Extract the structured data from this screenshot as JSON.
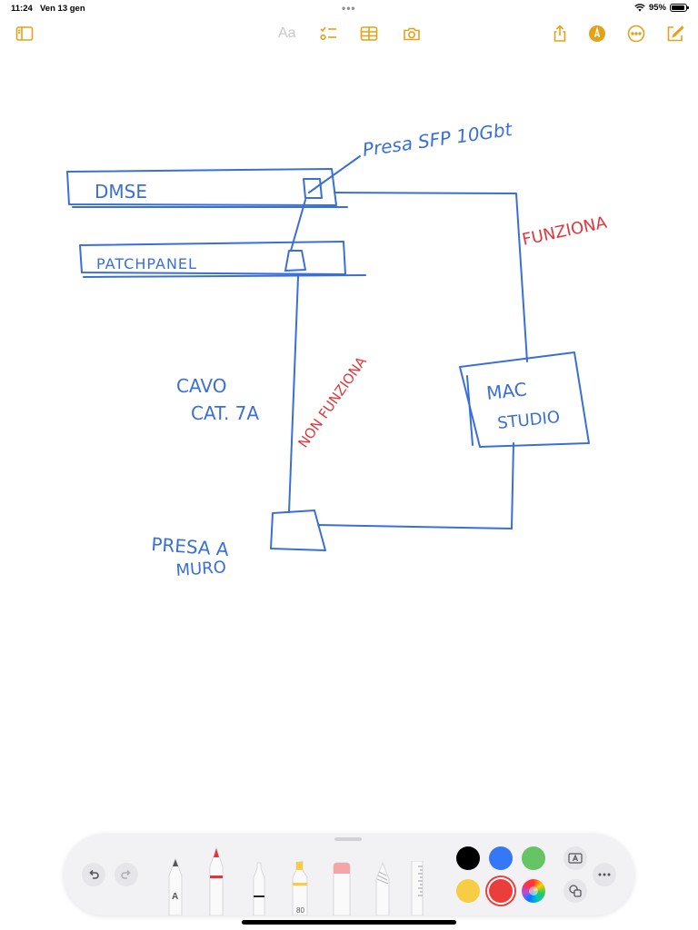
{
  "status_bar": {
    "time": "11:24",
    "date": "Ven 13 gen",
    "battery": "95%",
    "battery_level": 0.95
  },
  "toolbar": {
    "format_label": "Aa",
    "icons": [
      "sidebar-icon",
      "checklist-icon",
      "table-icon",
      "camera-icon",
      "share-icon",
      "markup-icon",
      "more-icon",
      "compose-icon"
    ],
    "accent": "#e4a218"
  },
  "drawing": {
    "ink_blue": "#3a6fd6",
    "ink_red": "#e0363b",
    "labels": {
      "sfp": "Presa SFP 10Gbt",
      "dmse": "DMSE",
      "patch": "PATCHPANEL",
      "works": "FUNZIONA",
      "cable_1": "CAVO",
      "cable_2": "CAT. 7A",
      "not_works": "NON FUNZIONA",
      "mac_1": "MAC",
      "mac_2": "STUDIO",
      "wall_1": "PRESA A",
      "wall_2": "MURO"
    }
  },
  "palette": {
    "pencil_label": "A",
    "marker_label": "80",
    "colors": [
      "#000000",
      "#3478f6",
      "#65c466",
      "#f7cd46",
      "#eb3d3b"
    ],
    "selected_color": "#eb3d3b"
  }
}
